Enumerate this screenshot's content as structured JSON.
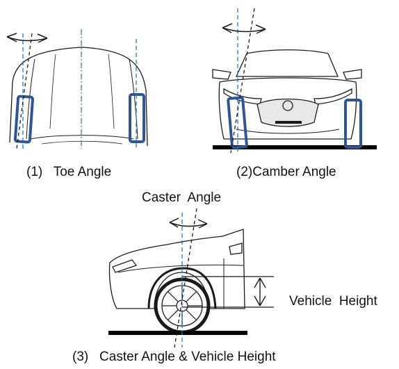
{
  "labels": {
    "toe": "(1)   Toe Angle",
    "camber": "(2)Camber Angle",
    "caster_title": "Caster  Angle",
    "vehicle_height": "Vehicle  Height",
    "caster_height": "(3)   Caster Angle & Vehicle Height"
  },
  "colors": {
    "line": "#1a1a1a",
    "axis_blue": "#2e75b6",
    "tire_blue": "#2f5597",
    "ground": "#000000"
  }
}
